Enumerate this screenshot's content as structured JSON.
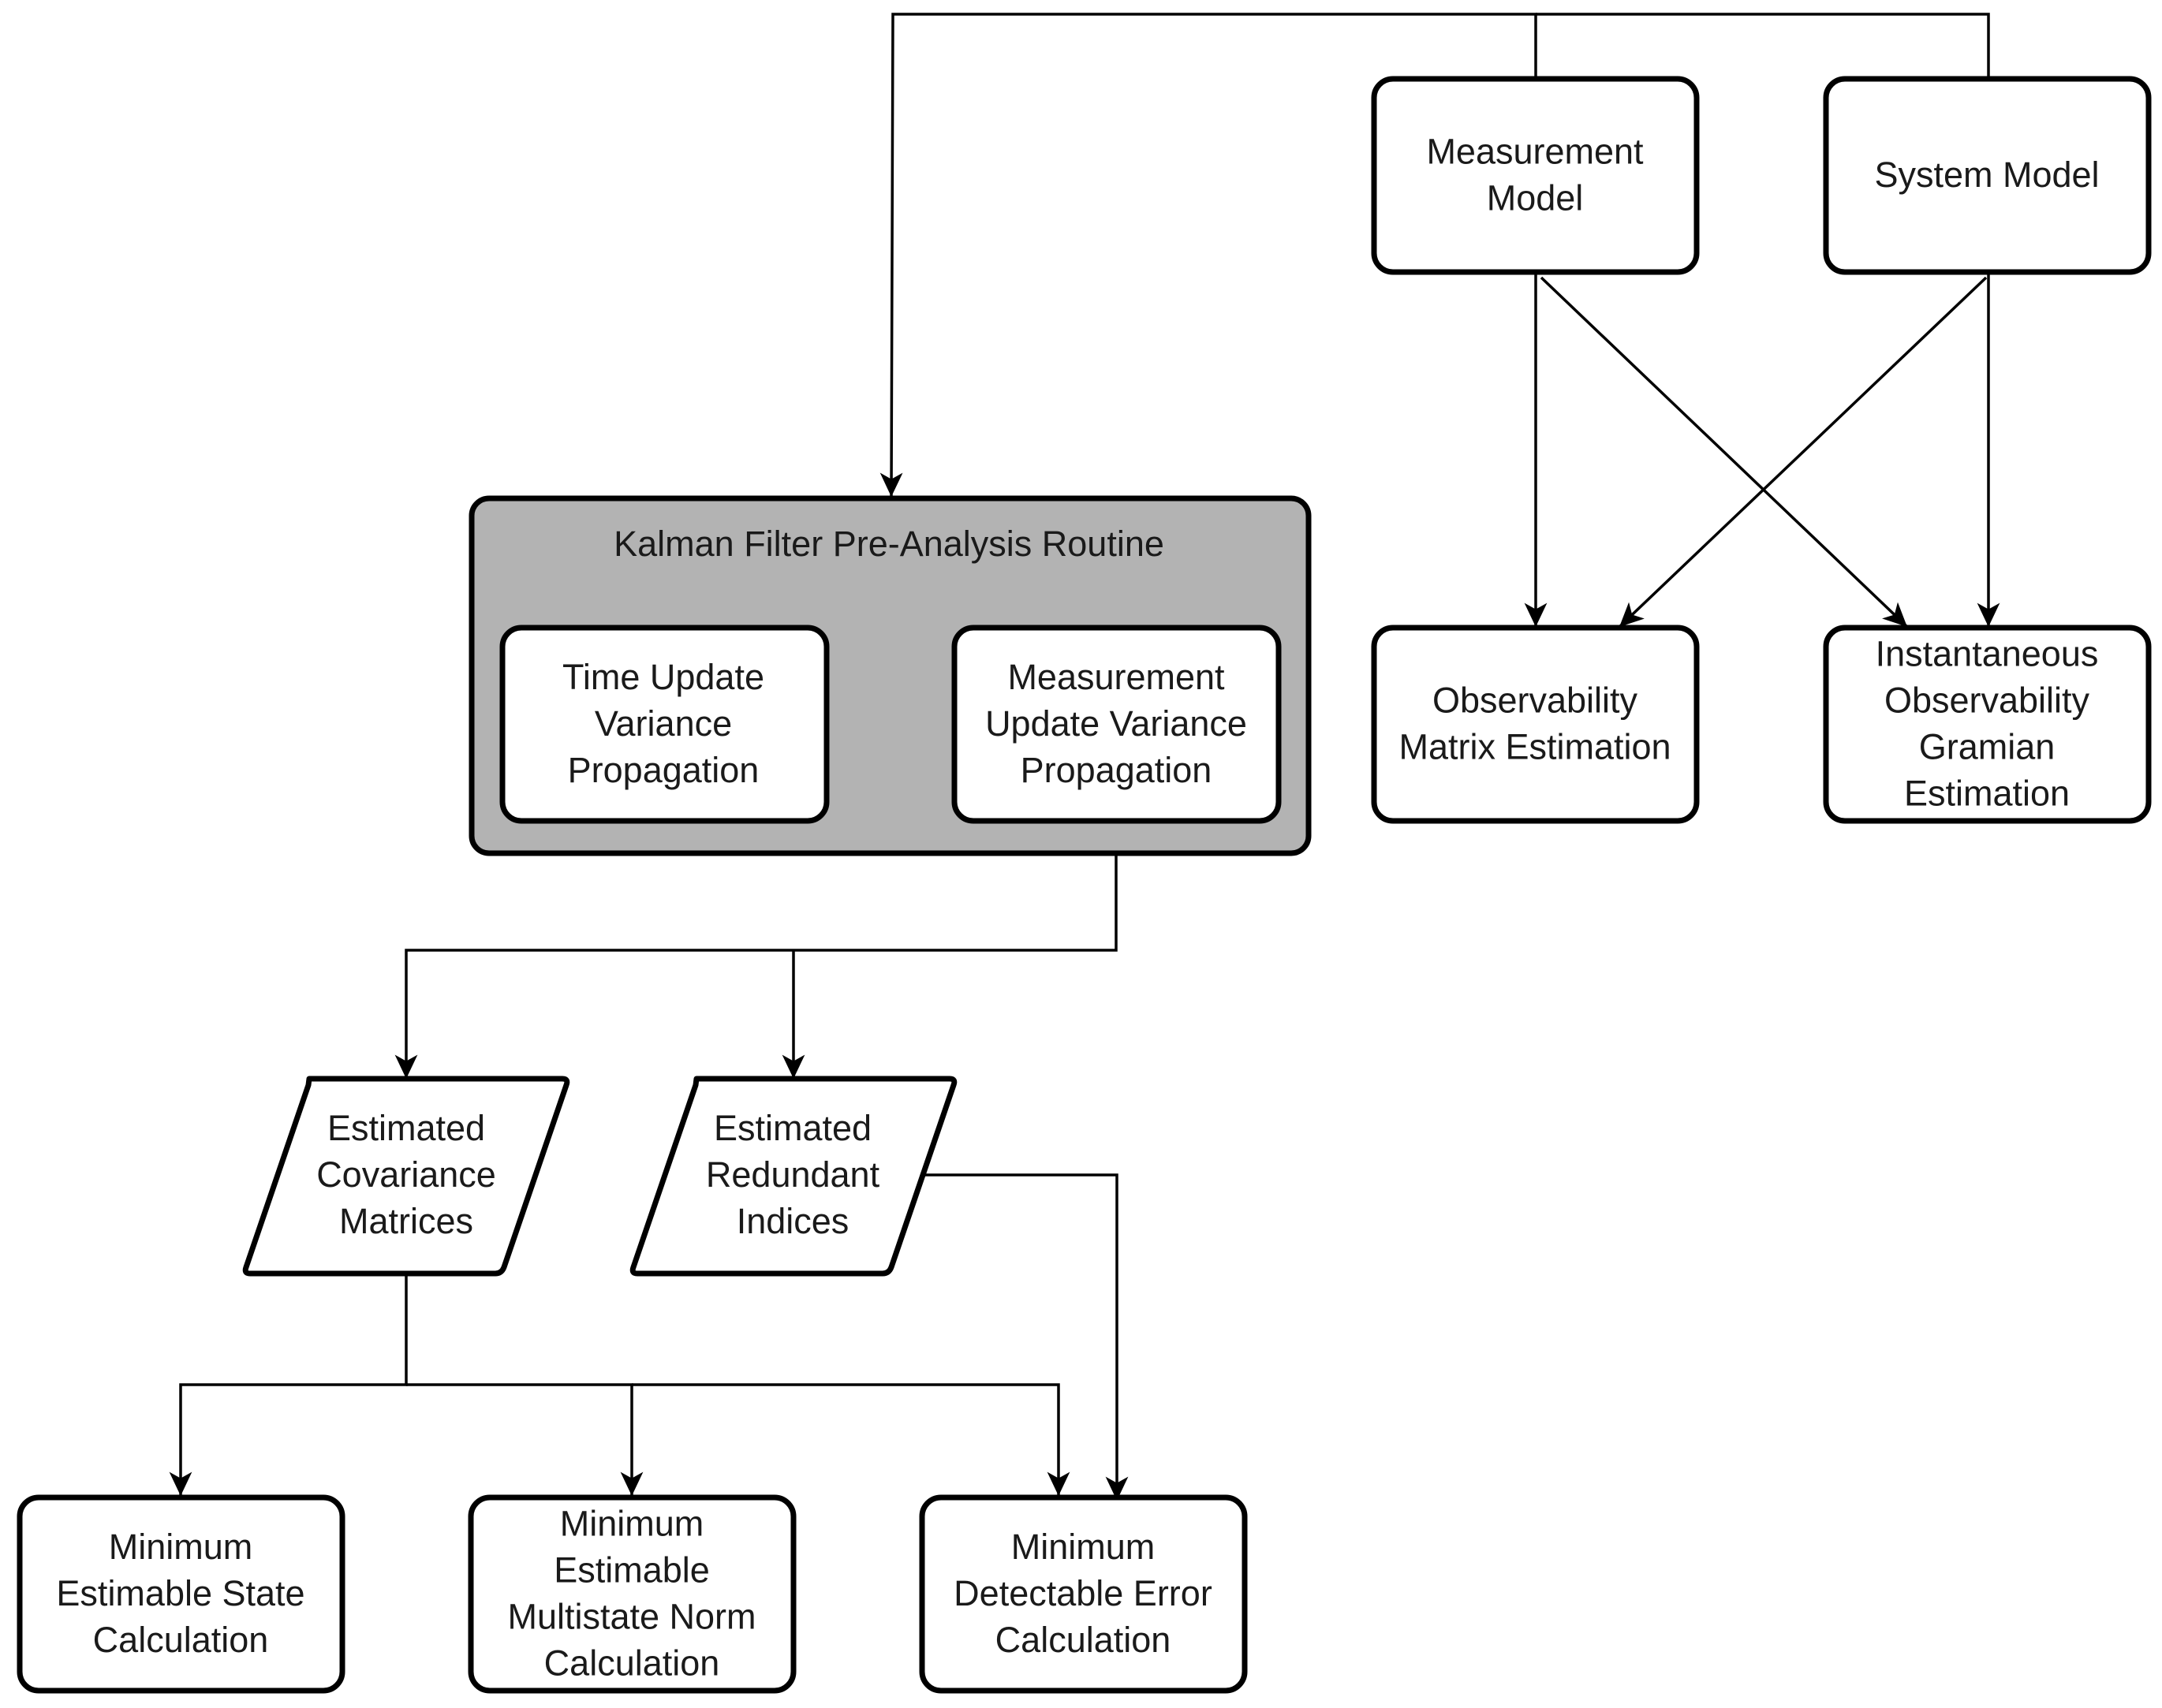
{
  "group": {
    "title": "Kalman Filter Pre-Analysis Routine"
  },
  "nodes": {
    "measurement_model": [
      "Measurement",
      "Model"
    ],
    "system_model": [
      "System Model"
    ],
    "time_update": [
      "Time Update",
      "Variance",
      "Propagation"
    ],
    "measurement_update": [
      "Measurement",
      "Update Variance",
      "Propagation"
    ],
    "observability_matrix": [
      "Observability",
      "Matrix Estimation"
    ],
    "observability_gramian": [
      "Instantaneous",
      "Observability",
      "Gramian",
      "Estimation"
    ],
    "estimated_covariance": [
      "Estimated",
      "Covariance",
      "Matrices"
    ],
    "estimated_redundant": [
      "Estimated",
      "Redundant",
      "Indices"
    ],
    "min_estimable_state": [
      "Minimum",
      "Estimable State",
      "Calculation"
    ],
    "min_multistate_norm": [
      "Minimum",
      "Estimable",
      "Multistate Norm",
      "Calculation"
    ],
    "min_detectable_error": [
      "Minimum",
      "Detectable Error",
      "Calculation"
    ]
  },
  "colors": {
    "group_fill": "#b3b3b3",
    "node_fill": "#ffffff",
    "stroke": "#000000"
  }
}
